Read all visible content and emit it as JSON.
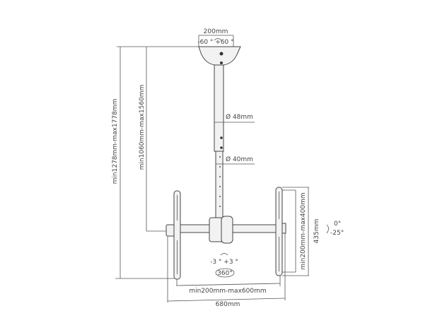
{
  "labels": {
    "plate_width": "200mm",
    "swivel": "-60 ° +60 °",
    "total_height": "min1278mm-max1778mm",
    "pole_height": "min1060mm-max1560mm",
    "outer_diameter": "Ø 48mm",
    "inner_diameter": "Ø 40mm",
    "vesa_vertical": "min200mm-max400mm",
    "bracket_height": "435mm",
    "tilt_top": "0°",
    "tilt_bottom": "-25°",
    "level": "-3 ° +3 °",
    "rotation": "360°",
    "vesa_horizontal": "min200mm-max600mm",
    "arm_width": "680mm"
  }
}
